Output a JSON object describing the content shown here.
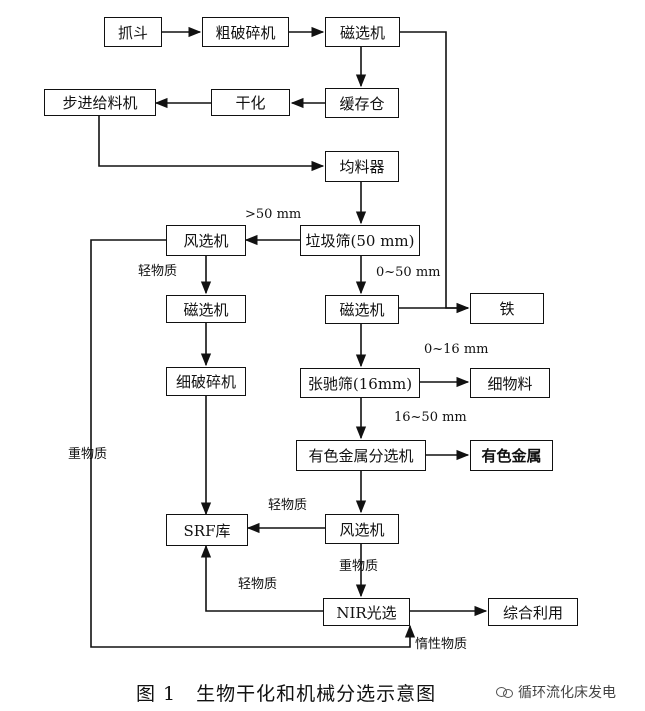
{
  "nodes": {
    "grab_bucket": "抓斗",
    "coarse_crusher": "粗破碎机",
    "magnetic_sep_1": "磁选机",
    "buffer_bin": "缓存仓",
    "dry": "干化",
    "step_feeder": "步进给料机",
    "homogenizer": "均料器",
    "trommel_50": "垃圾筛(50 mm)",
    "air_classifier_1": "风选机",
    "magnetic_sep_2": "磁选机",
    "magnetic_sep_3": "磁选机",
    "iron": "铁",
    "fine_crusher": "细破碎机",
    "tension_screen": "张驰筛(16mm)",
    "fine_material": "细物料",
    "nonferrous_sep": "有色金属分选机",
    "nonferrous_metal": "有色金属",
    "srf_store": "SRF库",
    "air_classifier_2": "风选机",
    "nir_sort": "NIR光选",
    "comprehensive_use": "综合利用"
  },
  "labels": {
    "gt50": ">50 mm",
    "range_0_50": "0~50 mm",
    "light_1": "轻物质",
    "range_0_16": "0~16 mm",
    "range_16_50": "16~50 mm",
    "heavy_left": "重物质",
    "light_2": "轻物质",
    "heavy_2": "重物质",
    "light_3": "轻物质",
    "inert": "惰性物质"
  },
  "caption": "图 1　生物干化和机械分选示意图",
  "watermark": "循环流化床发电",
  "colors": {
    "line": "#111111",
    "background": "#ffffff"
  }
}
